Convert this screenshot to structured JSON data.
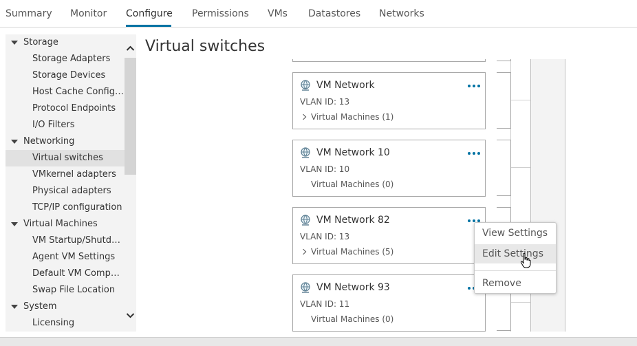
{
  "tabs": [
    {
      "label": "Summary"
    },
    {
      "label": "Monitor"
    },
    {
      "label": "Configure"
    },
    {
      "label": "Permissions"
    },
    {
      "label": "VMs"
    },
    {
      "label": "Datastores"
    },
    {
      "label": "Networks"
    }
  ],
  "active_tab": "Configure",
  "nav": {
    "groups": [
      {
        "label": "Storage",
        "items": [
          {
            "label": "Storage Adapters"
          },
          {
            "label": "Storage Devices"
          },
          {
            "label": "Host Cache Configuration"
          },
          {
            "label": "Protocol Endpoints"
          },
          {
            "label": "I/O Filters"
          }
        ]
      },
      {
        "label": "Networking",
        "items": [
          {
            "label": "Virtual switches"
          },
          {
            "label": "VMkernel adapters"
          },
          {
            "label": "Physical adapters"
          },
          {
            "label": "TCP/IP configuration"
          }
        ]
      },
      {
        "label": "Virtual Machines",
        "items": [
          {
            "label": "VM Startup/Shutdown"
          },
          {
            "label": "Agent VM Settings"
          },
          {
            "label": "Default VM Compatibility"
          },
          {
            "label": "Swap File Location"
          }
        ]
      },
      {
        "label": "System",
        "items": [
          {
            "label": "Licensing"
          }
        ]
      }
    ],
    "selected": "Virtual switches"
  },
  "page_title": "Virtual switches",
  "port_groups": [
    {
      "name": "VM Network",
      "vlan": "VLAN ID: 13",
      "vms": "Virtual Machines (1)",
      "expandable": true
    },
    {
      "name": "VM Network 10",
      "vlan": "VLAN ID: 10",
      "vms": "Virtual Machines (0)",
      "expandable": false
    },
    {
      "name": "VM Network 82",
      "vlan": "VLAN ID: 13",
      "vms": "Virtual Machines (5)",
      "expandable": true
    },
    {
      "name": "VM Network 93",
      "vlan": "VLAN ID: 11",
      "vms": "Virtual Machines (0)",
      "expandable": false
    }
  ],
  "context_menu": {
    "items": [
      {
        "label": "View Settings"
      },
      {
        "label": "Edit Settings"
      },
      {
        "label": "Remove"
      }
    ],
    "hovered": "Edit Settings"
  },
  "colors": {
    "accent": "#0072a3",
    "nav_bg": "#f3f3f3",
    "selected_bg": "#e1e1e1"
  }
}
